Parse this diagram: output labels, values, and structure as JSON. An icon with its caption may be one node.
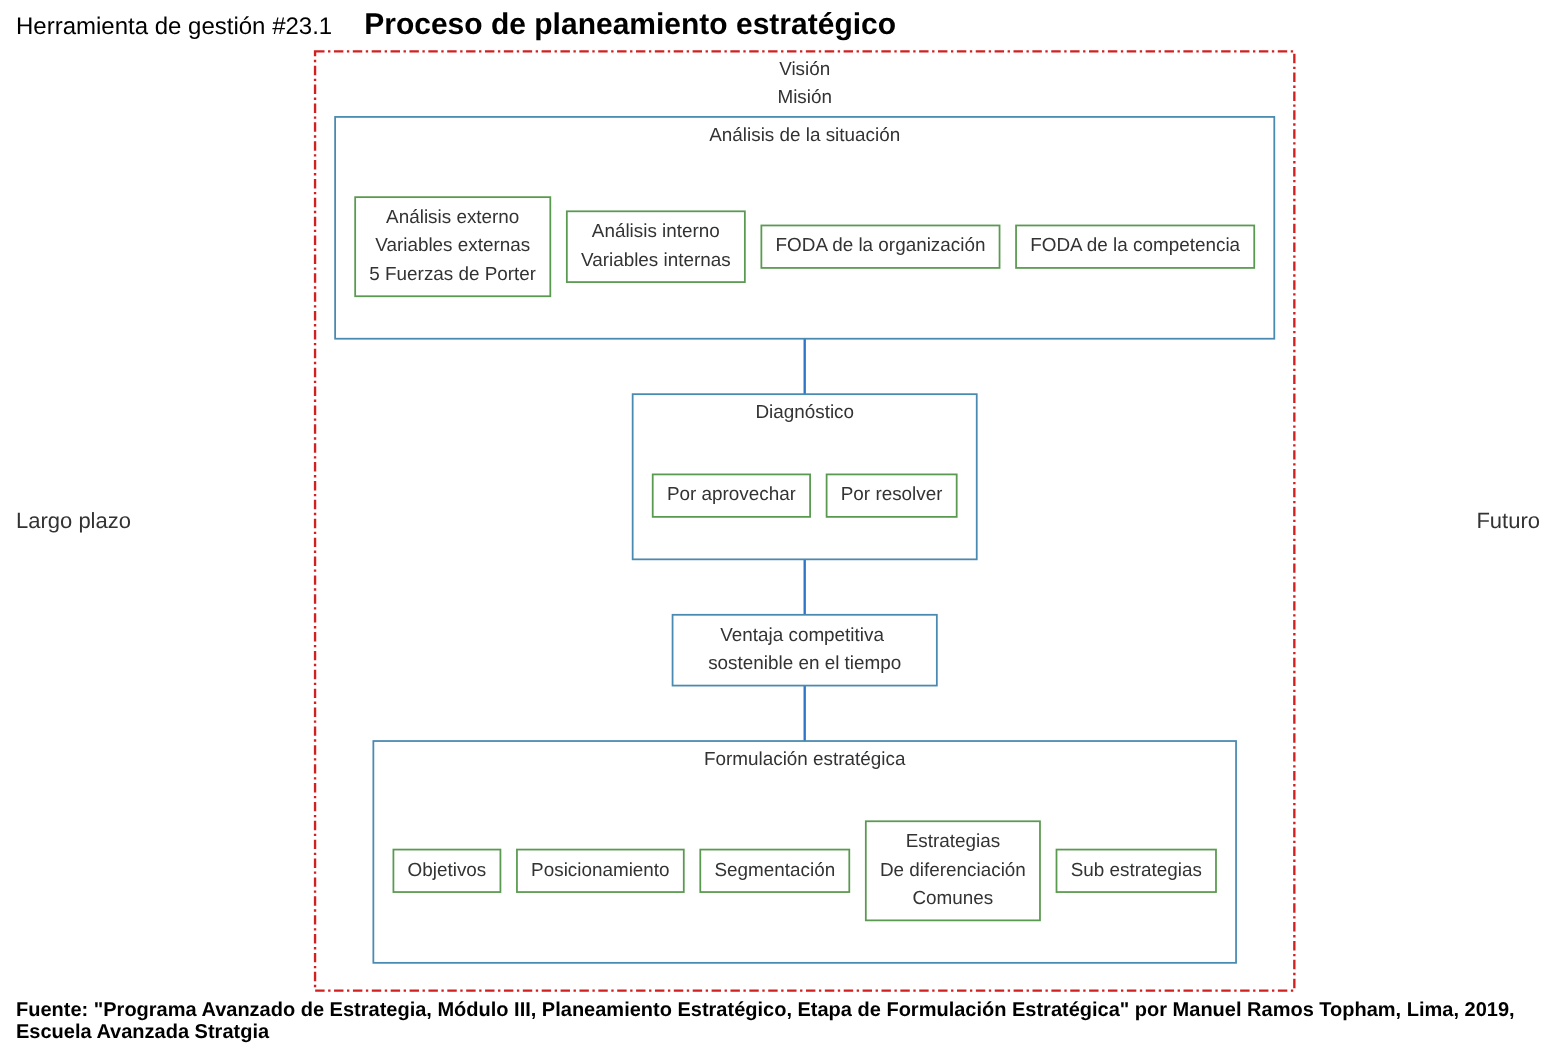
{
  "diagram": {
    "title": "Proceso de planeamiento estratégico",
    "caption": "Fuente: \"Programa Avanzado de Estrategia, Módulo III, Planeamiento Estratégico, Etapa de Formulación Estratégica\" por Manuel Ramos Topham, Lima, 2019, Escuela Avanzada Stratgia",
    "nodes": [
      {
        "text": [
          "Visión",
          "Misión"
        ]
      },
      {
        "text": [
          "Análisis de la situación"
        ],
        "in": 0
      },
      {
        "text": [
          "Análisis externo",
          "Variables externas",
          "5 Fuerzas de Porter"
        ],
        "in": 1
      },
      {
        "text": [
          "Análisis interno",
          "Variables internas"
        ],
        "in": 1
      },
      {
        "text": [
          "FODA de la organización"
        ],
        "in": 1
      },
      {
        "text": [
          "FODA de la competencia"
        ],
        "in": 1
      },
      {
        "text": [
          "Diagnóstico"
        ],
        "in": 0
      },
      {
        "text": [
          "Por aprovechar"
        ],
        "in": 6
      },
      {
        "text": [
          "Por resolver"
        ],
        "in": 6
      },
      {
        "text": [
          "Ventaja competitiva sostenible en el tiempo"
        ],
        "in": 0
      },
      {
        "text": [
          "Formulación estratégica"
        ],
        "in": 0
      },
      {
        "text": [
          "Objetivos"
        ],
        "in": 10
      },
      {
        "text": [
          "Posicionamiento"
        ],
        "in": 10
      },
      {
        "text": [
          "Segmentación"
        ],
        "in": 10
      },
      {
        "text": [
          "Estrategias",
          "De diferenciación",
          "Comunes"
        ],
        "in": 10
      },
      {
        "text": [
          "Sub estrategias"
        ],
        "in": 10
      }
    ],
    "edges": [
      {
        "from": 1,
        "to": 6,
        "arrow": "none",
        "color": "#2e75c8"
      },
      {
        "from": 6,
        "to": 9,
        "arrow": "none",
        "color": "#2e75c8"
      },
      {
        "from": 9,
        "to": 10,
        "arrow": "none",
        "color": "#2e75c8"
      }
    ],
    "labels": [
      "Herramienta de gestión #23.1",
      "Largo plazo",
      "Futuro"
    ]
  }
}
